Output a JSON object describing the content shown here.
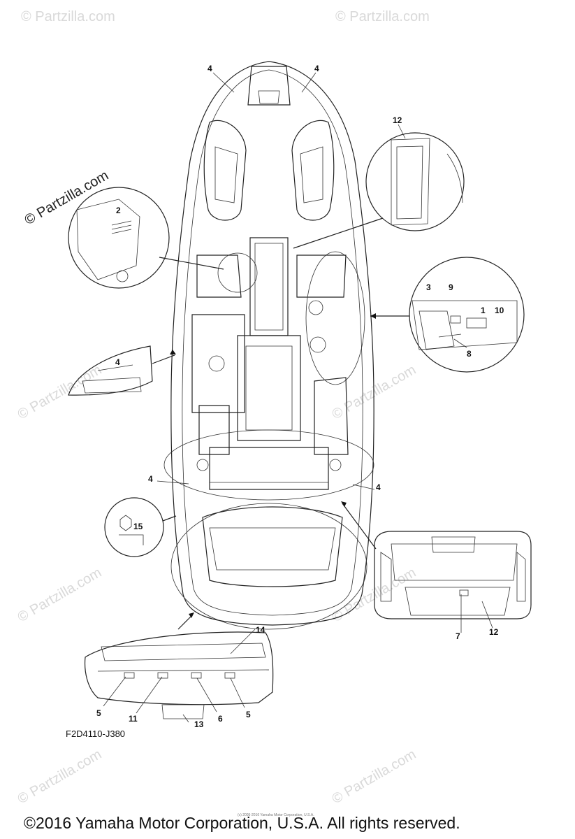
{
  "watermark": {
    "main": "© Partzilla.com",
    "faint": "© Partzilla.com"
  },
  "callouts": {
    "c4_top_left": "4",
    "c4_top_right": "4",
    "c12_top": "12",
    "c2": "2",
    "c3": "3",
    "c9": "9",
    "c1": "1",
    "c10": "10",
    "c8": "8",
    "c4_side": "4",
    "c4_mid_left": "4",
    "c4_mid_right": "4",
    "c15": "15",
    "c7": "7",
    "c12_bottom": "12",
    "c14": "14",
    "c5_left": "5",
    "c11": "11",
    "c13": "13",
    "c6": "6",
    "c5_right": "5"
  },
  "diagram_code": "F2D4110-J380",
  "tiny_note": "(c) 2005-2016 Yamaha Motor Corporation, U.S.A.",
  "copyright": "©2016 Yamaha Motor Corporation, U.S.A. All rights reserved."
}
